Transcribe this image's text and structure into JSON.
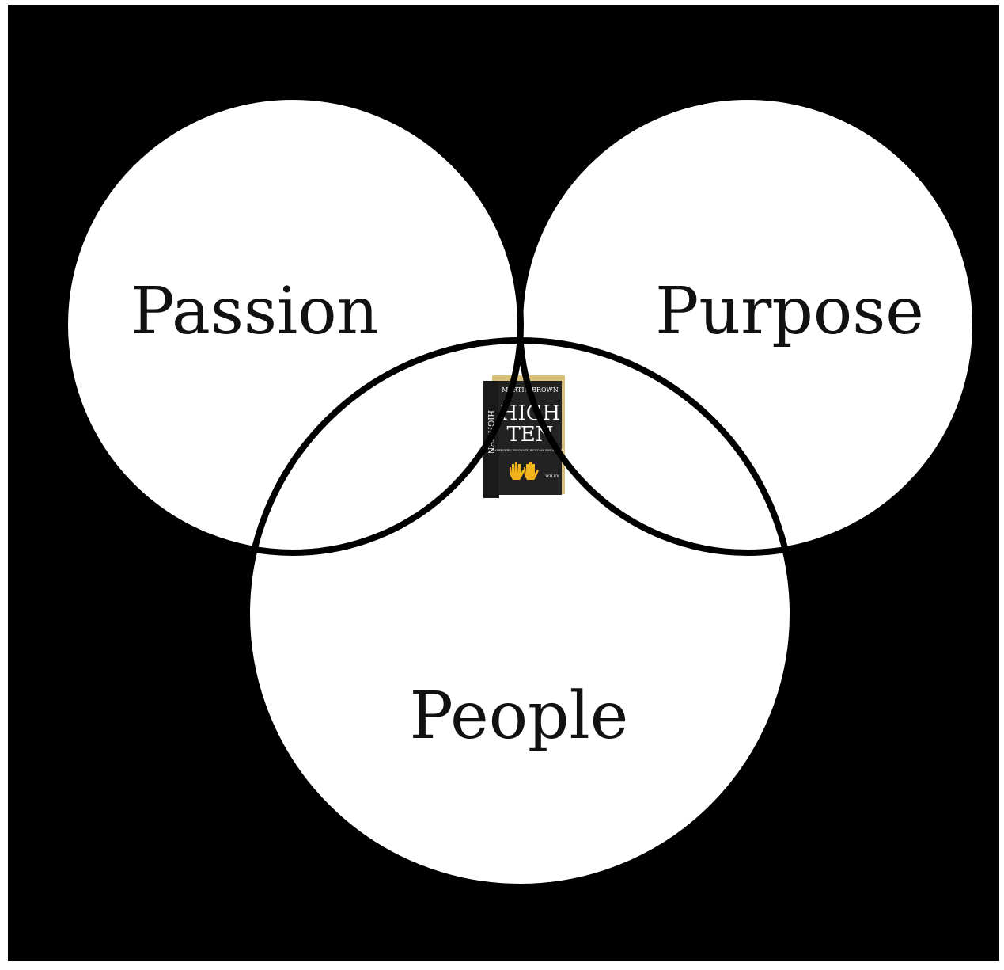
{
  "diagram": {
    "type": "venn",
    "sets": [
      {
        "id": "passion",
        "label": "Passion"
      },
      {
        "id": "purpose",
        "label": "Purpose"
      },
      {
        "id": "people",
        "label": "People"
      }
    ],
    "center": {
      "fill": "#f2b31b",
      "book": {
        "author": "MARTIN BROWN",
        "title_line1": "HIGH",
        "title_line2": "TEN",
        "spine_text": "HIGH TEN",
        "subtitle": "LEADERSHIP LESSONS TO BUILD AN ENGAGED TEAM",
        "publisher": "WILEY",
        "icon": "raised-hands-icon"
      }
    },
    "colors": {
      "background": "#000000",
      "frame": "#ffffff",
      "circle_fill": "#ffffff",
      "circle_stroke": "#000000",
      "label_text": "#111111",
      "book_cover": "#222222",
      "book_text": "#ffffff",
      "book_hands": "#f2b31b"
    }
  }
}
